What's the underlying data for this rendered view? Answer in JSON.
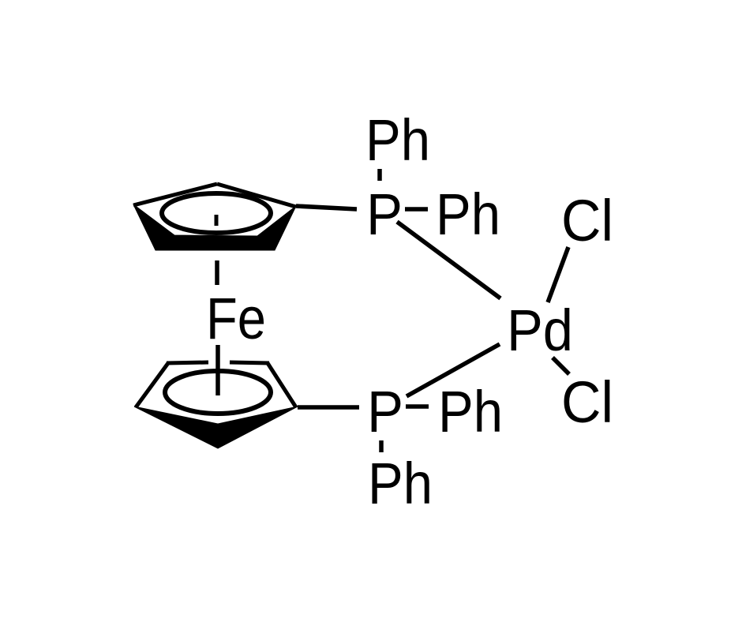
{
  "diagram": {
    "background_color": "#ffffff",
    "line_color": "#000000",
    "atoms": {
      "ph_top": "Ph",
      "p_top": "P",
      "ph_top_right": "Ph",
      "cl_top": "Cl",
      "pd": "Pd",
      "cl_bottom": "Cl",
      "fe": "Fe",
      "p_bottom": "P",
      "ph_bottom_right": "Ph",
      "ph_bottom": "Ph"
    }
  }
}
